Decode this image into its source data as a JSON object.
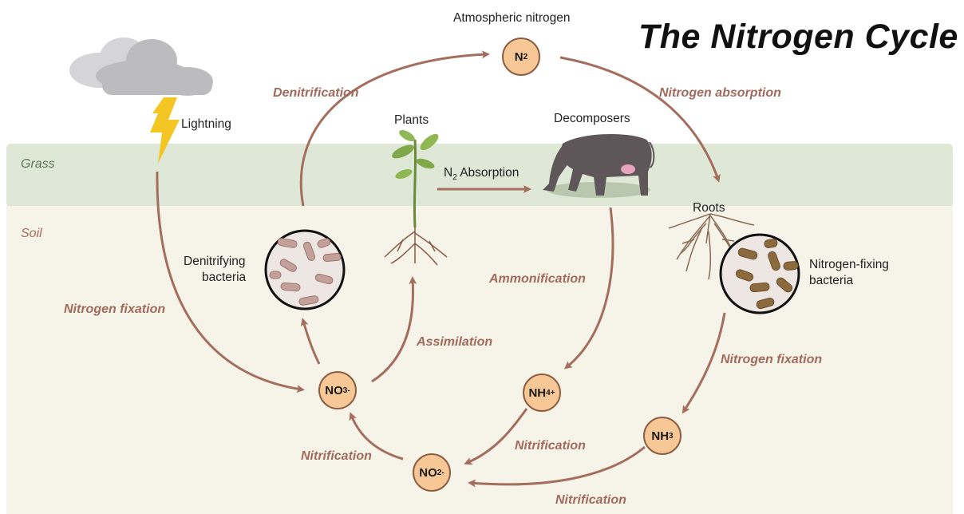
{
  "title": "The Nitrogen Cycle",
  "zones": {
    "grass": "Grass",
    "soil": "Soil"
  },
  "labels": {
    "atmospheric_nitrogen": "Atmospheric nitrogen",
    "lightning": "Lightning",
    "plants": "Plants",
    "decomposers": "Decomposers",
    "roots": "Roots",
    "denitrifying_bacteria_1": "Denitrifying",
    "denitrifying_bacteria_2": "bacteria",
    "nitrogen_fixing_bacteria_1": "Nitrogen-fixing",
    "nitrogen_fixing_bacteria_2": "bacteria",
    "n2_absorption_prefix": "N",
    "n2_absorption_sub": "2",
    "n2_absorption_suffix": " Absorption"
  },
  "processes": {
    "denitrification": "Denitrification",
    "nitrogen_absorption": "Nitrogen absorption",
    "nitrogen_fixation_left": "Nitrogen fixation",
    "nitrogen_fixation_right": "Nitrogen fixation",
    "ammonification": "Ammonification",
    "assimilation": "Assimilation",
    "nitrification_nh4": "Nitrification",
    "nitrification_no2": "Nitrification",
    "nitrification_nh3": "Nitrification"
  },
  "nodes": {
    "n2": {
      "base": "N",
      "sub": "2",
      "sup": ""
    },
    "no3": {
      "base": "NO",
      "sub": "3",
      "sup": "-"
    },
    "nh4": {
      "base": "NH",
      "sub": "4",
      "sup": "+"
    },
    "nh3": {
      "base": "NH",
      "sub": "3",
      "sup": ""
    },
    "no2": {
      "base": "NO",
      "sub": "2",
      "sup": "-"
    }
  },
  "colors": {
    "arrow": "#a36e5e",
    "node_fill": "#f7c896",
    "node_border": "#8c5e44",
    "grass": "#dfe8d6",
    "soil": "#f6f4e8",
    "lightning": "#f3c624",
    "cloud": "#b8b8bb",
    "bacteria": "#8b6a3d",
    "denitrifying_bacteria": "#c4a09a",
    "cow": "#5e5659"
  }
}
